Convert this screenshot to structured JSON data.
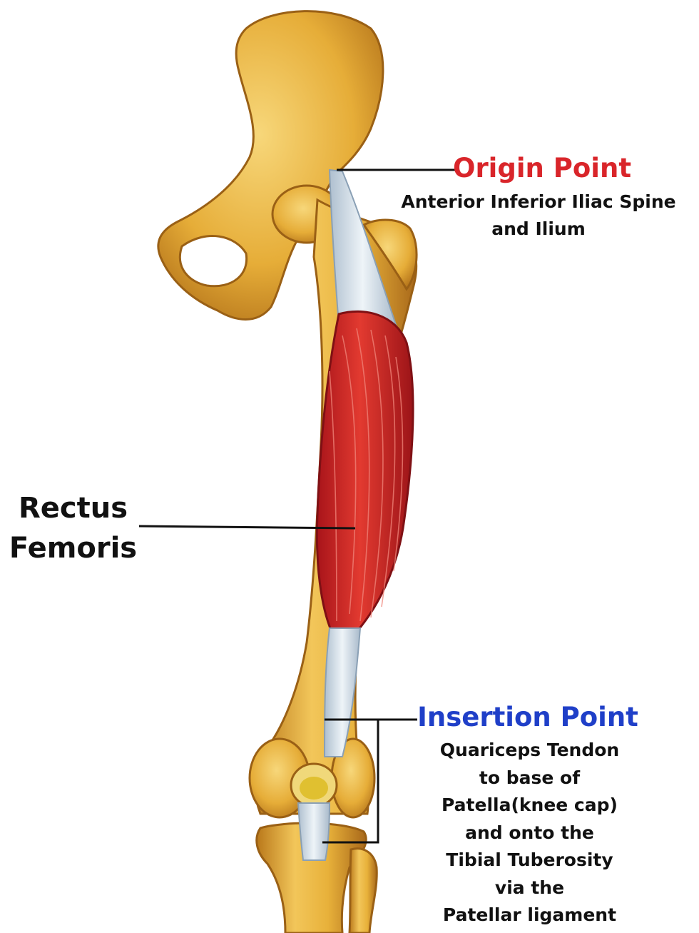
{
  "colors": {
    "origin_title": "#d9252a",
    "insertion_title": "#1f3fc8",
    "bone": "#e8b13a",
    "muscle": "#d8302a",
    "tendon": "#dbe6ef"
  },
  "origin": {
    "title": "Origin Point",
    "lines": [
      "Anterior Inferior Iliac Spine",
      "and Ilium"
    ]
  },
  "muscle": {
    "lines": [
      "Rectus",
      "Femoris"
    ]
  },
  "insertion": {
    "title": "Insertion Point",
    "lines": [
      "Quariceps Tendon",
      "to base of",
      "Patella(knee cap)",
      "and onto the",
      "Tibial Tuberosity",
      "via the",
      "Patellar ligament"
    ]
  }
}
